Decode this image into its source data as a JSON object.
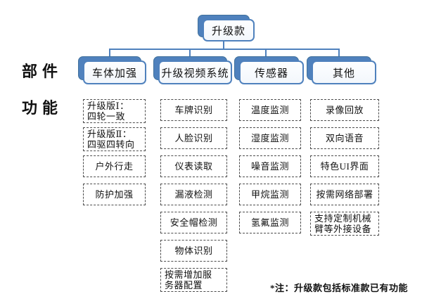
{
  "colors": {
    "accent_blue": "#4f81bd",
    "accent_border": "#41719c",
    "dashed_border": "#4d4d4d",
    "background": "#ffffff"
  },
  "root": {
    "label": "升级款"
  },
  "row_labels": {
    "components": "部件",
    "functions": "功能"
  },
  "branches": [
    {
      "label": "车体加强",
      "items": [
        "升级版Ⅰ：\n四轮一致",
        "升级版Ⅱ：\n四驱四转向",
        "户外行走",
        "防护加强"
      ]
    },
    {
      "label": "升级视频系统",
      "items": [
        "车牌识别",
        "人脸识别",
        "仪表读取",
        "漏液检测",
        "安全帽检测",
        "物体识别",
        "按需增加服\n务器配置"
      ]
    },
    {
      "label": "传感器",
      "items": [
        "温度监测",
        "湿度监测",
        "噪音监测",
        "甲烷监测",
        "氢氟监测"
      ]
    },
    {
      "label": "其他",
      "items": [
        "录像回放",
        "双向语音",
        "特色UI界面",
        "按需网络部署",
        "支持定制机械\n臂等外接设备"
      ]
    }
  ],
  "footnote": "*注：升级款包括标准款已有功能"
}
